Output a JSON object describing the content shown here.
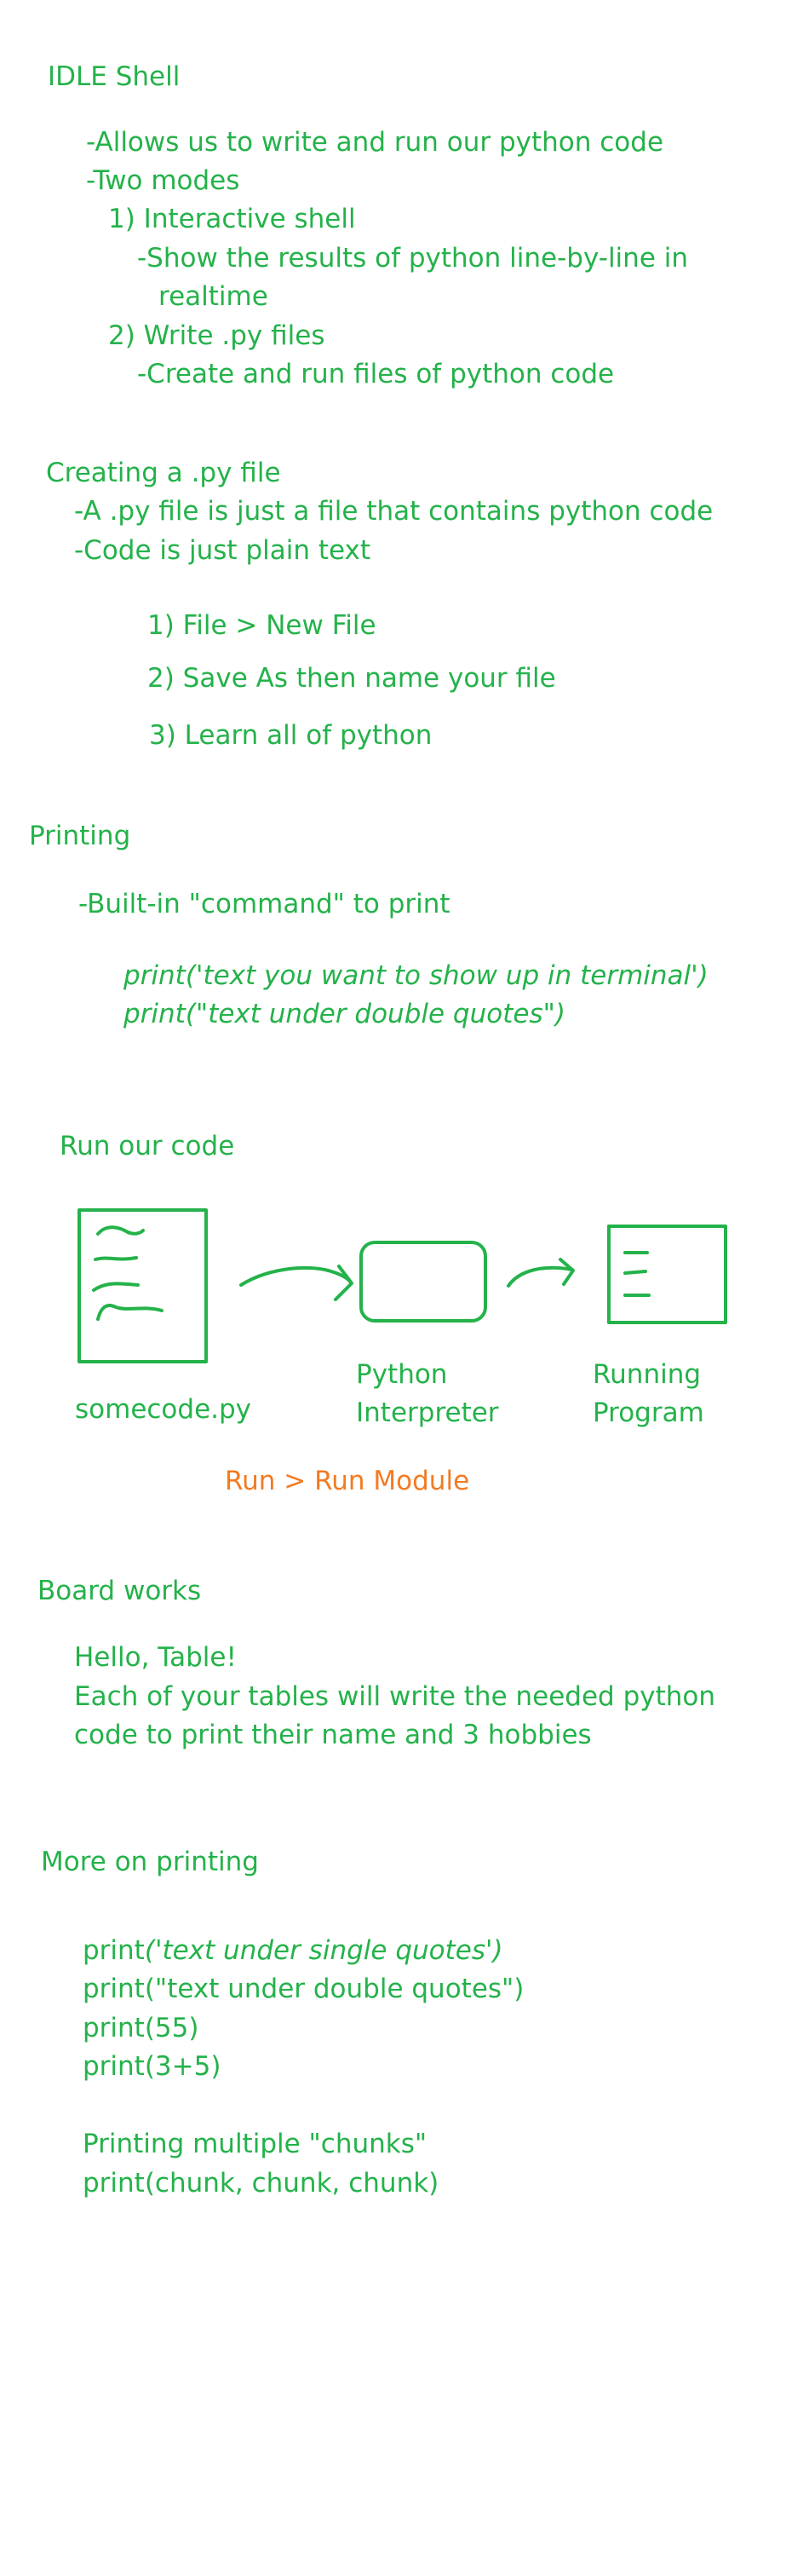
{
  "idle": {
    "heading": "IDLE Shell",
    "line1": "-Allows us to write and run our python code",
    "line2": "-Two modes",
    "mode1": "1) Interactive shell",
    "mode1_desc_a": "-Show the results of python line-by-line in",
    "mode1_desc_b": "realtime",
    "mode2": "2) Write .py files",
    "mode2_desc": "-Create and run files of python code"
  },
  "pyfile": {
    "heading": "Creating a .py file",
    "line1": "-A .py file is just a file that contains python code",
    "line2": "-Code is just plain text",
    "step1": "1) File > New File",
    "step2": "2) Save As  then name your file",
    "step3": "3) Learn all of python"
  },
  "printing": {
    "heading": "Printing",
    "line1": "-Built-in \"command\" to print",
    "code1": "print('text you want to show up in terminal')",
    "code2": "print(\"text under double quotes\")"
  },
  "run": {
    "heading": "Run our code",
    "file_label": "somecode.py",
    "interpreter_label_a": "Python",
    "interpreter_label_b": "Interpreter",
    "program_label_a": "Running",
    "program_label_b": "Program",
    "menu_path": "Run > Run Module"
  },
  "board": {
    "heading": "Board works",
    "line1": "Hello, Table!",
    "line2": "Each of your tables will write the needed python",
    "line3": "code to print their name and 3 hobbies"
  },
  "more": {
    "heading": "More on printing",
    "code1_prefix": "print",
    "code1_rest": "('text under single quotes')",
    "code2": "print(\"text under double quotes\")",
    "code3": "print(55)",
    "code4": "print(3+5)",
    "line1": "Printing multiple \"chunks\"",
    "code5": "print(chunk, chunk, chunk)"
  },
  "colors": {
    "ink_green": "#24b24a",
    "ink_orange": "#f27b22"
  }
}
